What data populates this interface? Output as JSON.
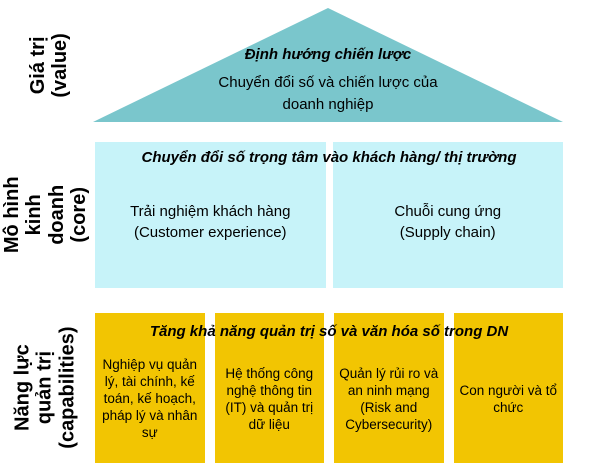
{
  "colors": {
    "value_triangle": "#7AC6CC",
    "core_box": "#C7F3F9",
    "capability_box": "#F2C502",
    "text": "#000000"
  },
  "left_labels": {
    "value": "Giá trị\n(value)",
    "core": "Mô hình kinh\ndoanh (core)",
    "capabilities": "Năng lực\nquản trị\n(capabilities)"
  },
  "value_section": {
    "title": "Định hướng chiến lược",
    "body": "Chuyển đổi số và chiến lược của\ndoanh nghiệp"
  },
  "core_section": {
    "header": "Chuyển đổi số trọng tâm vào khách hàng/ thị trường",
    "boxes": [
      {
        "label": "Trải nghiệm khách hàng\n(Customer experience)"
      },
      {
        "label": "Chuỗi cung ứng\n(Supply chain)"
      }
    ]
  },
  "capabilities_section": {
    "header": "Tăng khả năng quản trị số và văn hóa số trong DN",
    "boxes": [
      {
        "label": "Nghiệp vụ quản lý, tài chính, kế toán, kế hoạch, pháp lý và nhân sự"
      },
      {
        "label": "Hệ thống công nghệ thông tin (IT) và quản trị dữ liệu"
      },
      {
        "label": "Quản lý rủi ro và an ninh mạng\n(Risk and Cybersecurity)"
      },
      {
        "label": "Con người và tổ chức"
      }
    ]
  }
}
